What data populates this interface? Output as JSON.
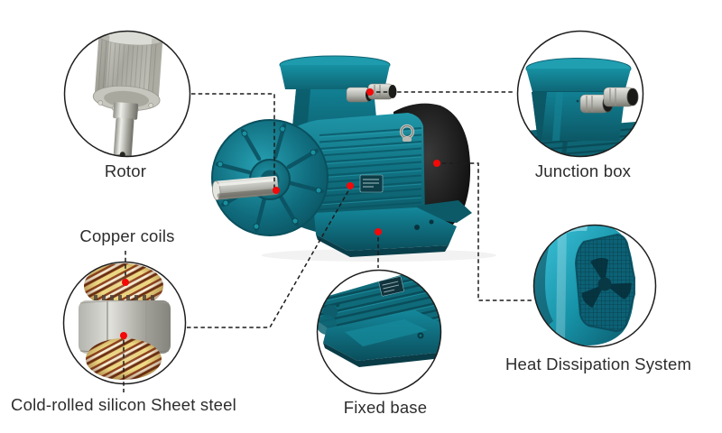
{
  "callouts": {
    "rotor": {
      "label": "Rotor"
    },
    "junction_box": {
      "label": "Junction box"
    },
    "copper_coils": {
      "label": "Copper coils"
    },
    "silicon_steel": {
      "label": "Cold-rolled silicon Sheet steel"
    },
    "fixed_base": {
      "label": "Fixed base"
    },
    "heat_dissipation": {
      "label": "Heat Dissipation System"
    }
  },
  "colors": {
    "motor_teal": "#11788a",
    "motor_teal_light": "#2aa6b8",
    "fan_cover_black": "#121212",
    "connector_line": "#1c1c1c",
    "marker_red": "#f40808",
    "label_text": "#2d2d2d",
    "background": "#ffffff"
  }
}
